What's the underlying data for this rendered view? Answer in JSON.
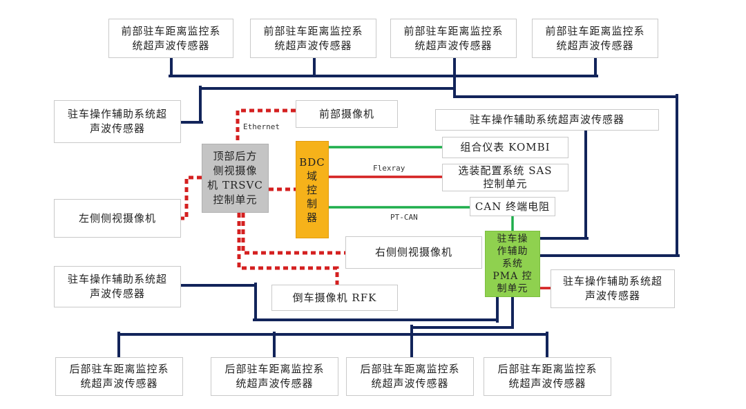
{
  "colors": {
    "bus": "#12245a",
    "ethernet": "#d42020",
    "flexray": "#d42020",
    "ptcan": "#1fae4c",
    "trsvc_fill": "#c4c4c4",
    "bdc_fill": "#f6b21a",
    "pma_fill": "#8fd14f"
  },
  "front_sensors": [
    "前部驻车距离监控系\n统超声波传感器",
    "前部驻车距离监控系\n统超声波传感器",
    "前部驻车距离监控系\n统超声波传感器",
    "前部驻车距离监控系\n统超声波传感器"
  ],
  "rear_sensors": [
    "后部驻车距离监控系\n统超声波传感器",
    "后部驻车距离监控系\n统超声波传感器",
    "后部驻车距离监控系\n统超声波传感器",
    "后部驻车距离监控系\n统超声波传感器"
  ],
  "side_sensors": {
    "left_upper": "驻车操作辅助系统超\n声波传感器",
    "left_lower": "驻车操作辅助系统超\n声波传感器",
    "right_top": "驻车操作辅助系统超声波传感器",
    "right_lower": "驻车操作辅助系统超\n声波传感器"
  },
  "cameras": {
    "front": "前部摄像机",
    "left": "左侧侧视摄像机",
    "right": "右侧侧视摄像机",
    "rear": "倒车摄像机  RFK"
  },
  "units": {
    "trsvc": "顶部后方\n侧视摄像\n机 TRSVC\n控制单元",
    "bdc": "BDC\n域\n控\n制\n器",
    "pma": "驻车操\n作辅助\n系统\nPMA 控\n制单元"
  },
  "targets": {
    "kombi": "组合仪表  KOMBI",
    "sas": "选装配置系统  SAS\n控制单元",
    "can_term": "CAN 终端电阻"
  },
  "bus_labels": {
    "ethernet": "Ethernet",
    "flexray": "Flexray",
    "ptcan": "PT-CAN"
  }
}
